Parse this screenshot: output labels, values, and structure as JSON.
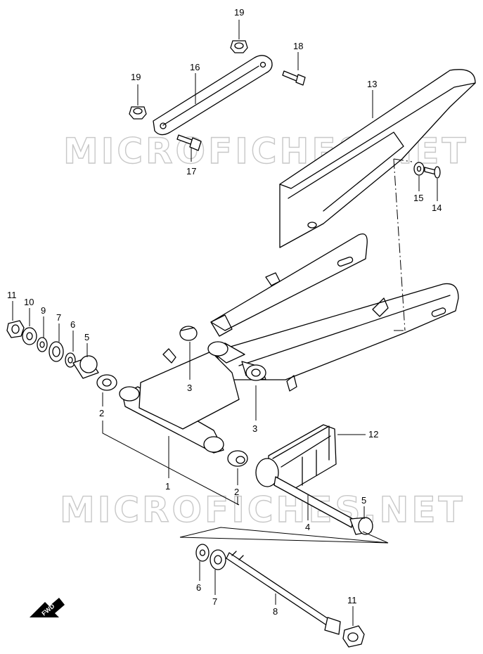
{
  "watermark": "MICROFICHES.NET",
  "fwd_label": "FWD",
  "callouts": {
    "c1": "1",
    "c2a": "2",
    "c2b": "2",
    "c3a": "3",
    "c3b": "3",
    "c4": "4",
    "c5a": "5",
    "c5b": "5",
    "c6a": "6",
    "c6b": "6",
    "c7a": "7",
    "c7b": "7",
    "c8": "8",
    "c9": "9",
    "c10": "10",
    "c11a": "11",
    "c11b": "11",
    "c12": "12",
    "c13": "13",
    "c14": "14",
    "c15": "15",
    "c16": "16",
    "c17": "17",
    "c18": "18",
    "c19a": "19",
    "c19b": "19"
  }
}
